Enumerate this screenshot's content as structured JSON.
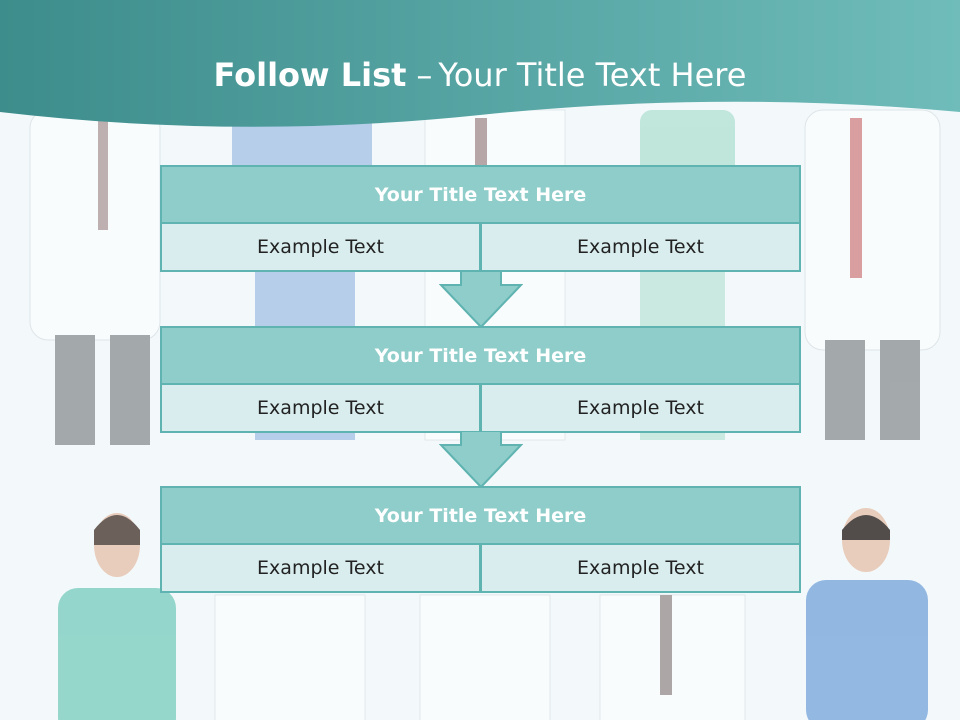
{
  "slide": {
    "title_bold": "Follow List",
    "title_separator": "–",
    "title_rest": "Your Title Text Here",
    "steps": [
      {
        "title": "Your Title Text Here",
        "left": "Example Text",
        "right": "Example Text"
      },
      {
        "title": "Your Title Text Here",
        "left": "Example Text",
        "right": "Example Text"
      },
      {
        "title": "Your Title Text Here",
        "left": "Example Text",
        "right": "Example Text"
      }
    ]
  },
  "colors": {
    "header_dark": "#3d8d8c",
    "header_light": "#6fbcba",
    "box_border": "#5fb3b0",
    "box_title_fill": "#8ecdca",
    "box_cell_fill": "#d9edee",
    "arrow_fill": "#8ecdca"
  }
}
